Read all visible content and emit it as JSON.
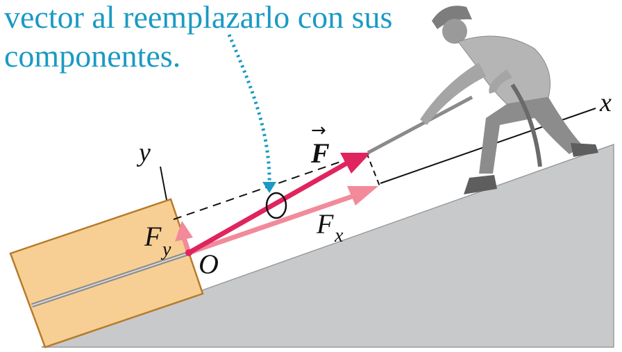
{
  "caption": {
    "line1": "vector al reemplazarlo con sus",
    "line2": "componentes."
  },
  "labels": {
    "x_axis": "x",
    "y_axis": "y",
    "origin": "O",
    "force": "F",
    "force_arrow": "→",
    "fx_main": "F",
    "fx_sub": "x",
    "fy_main": "F",
    "fy_sub": "y"
  },
  "colors": {
    "caption": "#1a9ac4",
    "force_vector": "#e0245e",
    "component_vector": "#f28a9a",
    "ramp": "#c8c9cb",
    "box": "#f7cf94",
    "box_edge": "#b77a2a",
    "dotted_pointer": "#1a9ac4"
  },
  "icons": {
    "worker": "worker-pulling-rope-figure"
  }
}
